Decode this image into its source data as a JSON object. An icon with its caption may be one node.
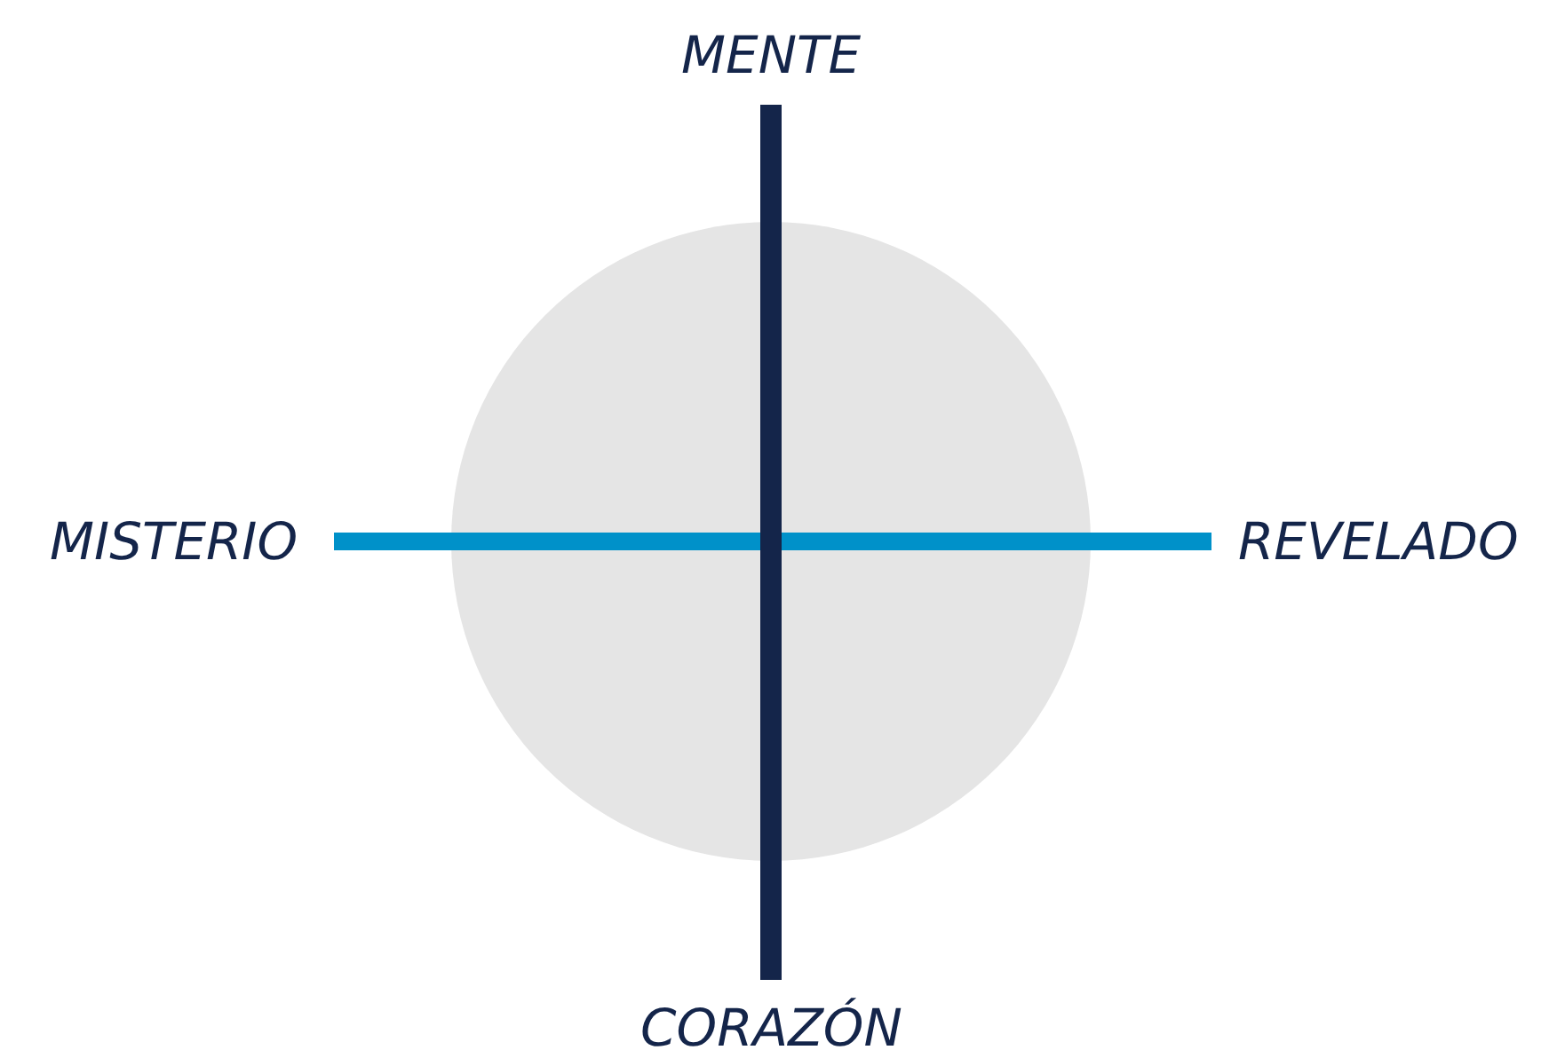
{
  "diagram": {
    "labels": [
      "MENTE",
      "MISTERIO",
      "REVELADO",
      "CORAZÓN"
    ]
  }
}
